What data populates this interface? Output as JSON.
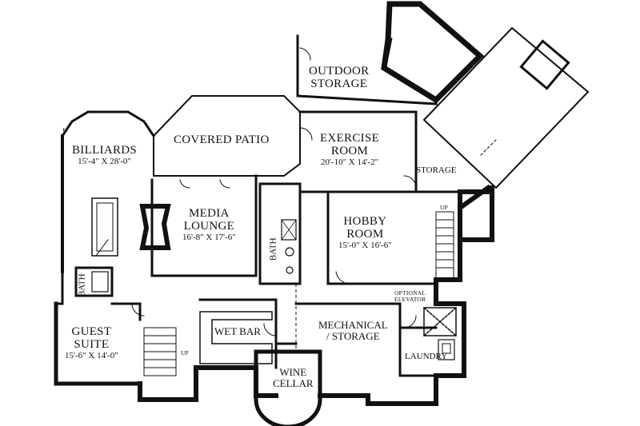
{
  "rooms": {
    "outdoor_storage": {
      "name_line1": "OUTDOOR",
      "name_line2": "STORAGE"
    },
    "covered_patio": {
      "name": "COVERED PATIO"
    },
    "exercise_room": {
      "name_line1": "EXERCISE",
      "name_line2": "ROOM",
      "dims": "20'-10\" X 14'-2\""
    },
    "billiards": {
      "name": "BILLIARDS",
      "dims": "15'-4\" X 28'-0\""
    },
    "storage": {
      "name": "STORAGE"
    },
    "media_lounge": {
      "name_line1": "MEDIA",
      "name_line2": "LOUNGE",
      "dims": "16'-8\" X 17'-6\""
    },
    "hobby_room": {
      "name_line1": "HOBBY",
      "name_line2": "ROOM",
      "dims": "15'-0\" X 16'-6\""
    },
    "bath_center": {
      "name": "BATH"
    },
    "bath_left": {
      "name": "BATH"
    },
    "optional_elevator": {
      "name_line1": "OPTIONAL",
      "name_line2": "ELEVATOR"
    },
    "guest_suite": {
      "name_line1": "GUEST",
      "name_line2": "SUITE",
      "dims": "15'-6\" X 14'-0\""
    },
    "wet_bar": {
      "name": "WET BAR"
    },
    "mechanical_storage": {
      "name_line1": "MECHANICAL",
      "name_line2": "/ STORAGE"
    },
    "laundry": {
      "name": "LAUNDRY"
    },
    "wine_cellar": {
      "name_line1": "WINE",
      "name_line2": "CELLAR"
    }
  },
  "stairs": {
    "up_right": "UP",
    "up_left": "UP"
  },
  "colors": {
    "wall": "#111111",
    "line": "#222222",
    "background": "#ffffff"
  }
}
